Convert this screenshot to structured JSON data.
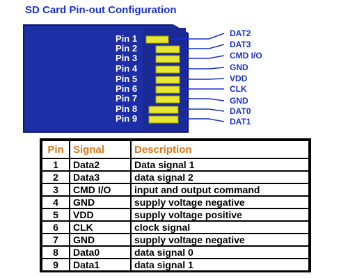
{
  "title": "SD Card Pin-out Configuration",
  "colors": {
    "card_body": "#1e2ea6",
    "card_edge": "#0c1770",
    "pin_fill": "#e8e832",
    "label_blue": "#1a2fd0",
    "header_orange": "#e07818"
  },
  "pins": [
    {
      "label": "Pin 1",
      "signal": "DAT2"
    },
    {
      "label": "Pin 2",
      "signal": "DAT3"
    },
    {
      "label": "Pin 3",
      "signal": "CMD I/O"
    },
    {
      "label": "Pin 4",
      "signal": "GND"
    },
    {
      "label": "Pin 5",
      "signal": "VDD"
    },
    {
      "label": "Pin 6",
      "signal": "CLK"
    },
    {
      "label": "Pin 7",
      "signal": "GND"
    },
    {
      "label": "Pin 8",
      "signal": "DAT0"
    },
    {
      "label": "Pin 9",
      "signal": "DAT1"
    }
  ],
  "table": {
    "headers": {
      "pin": "Pin",
      "signal": "Signal",
      "description": "Description"
    },
    "rows": [
      {
        "pin": "1",
        "signal": "Data2",
        "description": "Data signal  1"
      },
      {
        "pin": "2",
        "signal": "Data3",
        "description": "data signal 2"
      },
      {
        "pin": "3",
        "signal": "CMD I/O",
        "description": "input and output command"
      },
      {
        "pin": "4",
        "signal": "GND",
        "description": "supply voltage negative"
      },
      {
        "pin": "5",
        "signal": "VDD",
        "description": "supply voltage positive"
      },
      {
        "pin": "6",
        "signal": "CLK",
        "description": "clock signal"
      },
      {
        "pin": "7",
        "signal": "GND",
        "description": "supply voltage negative"
      },
      {
        "pin": "8",
        "signal": "Data0",
        "description": "data signal 0"
      },
      {
        "pin": "9",
        "signal": "Data1",
        "description": "data signal 1"
      }
    ]
  }
}
